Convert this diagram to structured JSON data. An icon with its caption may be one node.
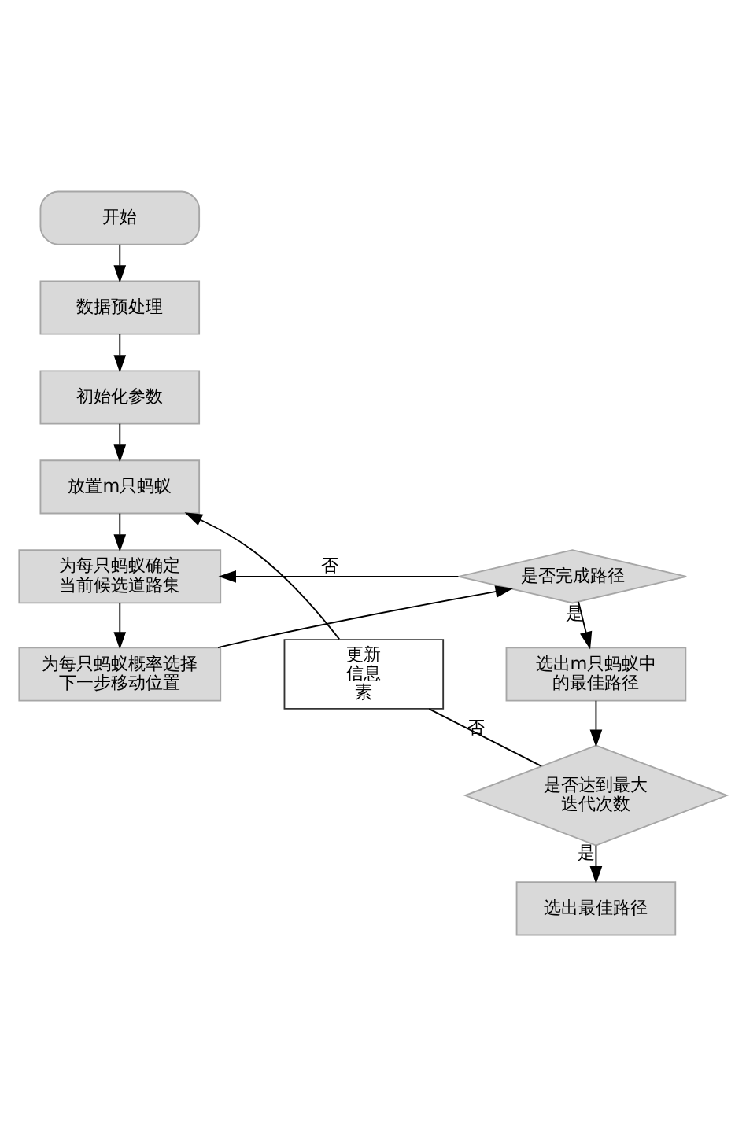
{
  "diagram": {
    "nodes": [
      {
        "text": [
          "开始"
        ]
      },
      {
        "text": [
          "数据预处理"
        ]
      },
      {
        "text": [
          "初始化参数"
        ]
      },
      {
        "text": [
          "放置m只蚂蚁"
        ]
      },
      {
        "text": [
          "为每只蚂蚁确定当前候选道路集"
        ]
      },
      {
        "text": [
          "为每只蚂蚁概率选择下一步移动位置"
        ]
      },
      {
        "text": [
          "是否完成路径"
        ]
      },
      {
        "text": [
          "选出m只蚂蚁中的最佳路径"
        ]
      },
      {
        "text": [
          "是否达到最大迭代次数"
        ]
      },
      {
        "text": [
          "更新信息素"
        ]
      },
      {
        "text": [
          "选出最佳路径"
        ]
      }
    ],
    "edges": [
      {
        "from": 0,
        "to": 1,
        "arrow": "to"
      },
      {
        "from": 1,
        "to": 2,
        "arrow": "to"
      },
      {
        "from": 2,
        "to": 3,
        "arrow": "to"
      },
      {
        "from": 3,
        "to": 4,
        "arrow": "to"
      },
      {
        "from": 4,
        "to": 5,
        "arrow": "to"
      },
      {
        "from": 5,
        "to": 6,
        "arrow": "to"
      },
      {
        "from": 6,
        "to": 4,
        "arrow": "to",
        "label": "否"
      },
      {
        "from": 6,
        "to": 7,
        "arrow": "to",
        "label": "是"
      },
      {
        "from": 7,
        "to": 8,
        "arrow": "to"
      },
      {
        "from": 8,
        "to": 10,
        "arrow": "to",
        "label": "是"
      },
      {
        "from": 8,
        "to": 9,
        "arrow": "none",
        "label": "否"
      },
      {
        "from": 9,
        "to": 3,
        "arrow": "to"
      }
    ]
  }
}
